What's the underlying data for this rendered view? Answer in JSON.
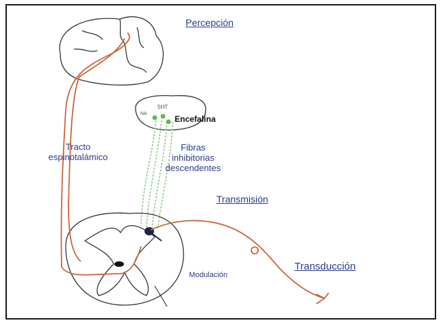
{
  "labels": {
    "percepcion": "Percepción",
    "transmision": "Transmisión",
    "transduccion": "Transducción",
    "modulacion": "Modulación",
    "tracto": "Tracto",
    "espinotalamico": "espinotalámico",
    "fibras_1": "Fibras",
    "fibras_2": "inhibitorias",
    "fibras_3": "descendentes",
    "encefalina": "Encefalina",
    "na": "NA",
    "ht": "5HT"
  },
  "colors": {
    "pathway": "#c8643a",
    "inhibitory": "#8fc98a",
    "label": "#2a3a8c",
    "outline": "#1a1a1a"
  }
}
